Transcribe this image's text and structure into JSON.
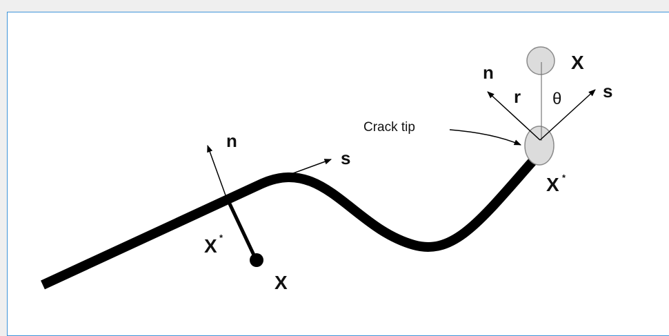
{
  "labels": {
    "n_left": "n",
    "s_left": "s",
    "x_star_left": "X",
    "star": "*",
    "x_left": "X",
    "crack_tip": "Crack tip",
    "n_right": "n",
    "r": "r",
    "theta": "θ",
    "s_right": "s",
    "x_right": "X",
    "x_star_right": "X"
  },
  "colors": {
    "frame_border": "#3c93d8",
    "crack": "#000000",
    "tip_fill": "#dcdcdc",
    "tip_stroke": "#8a8a8a"
  }
}
